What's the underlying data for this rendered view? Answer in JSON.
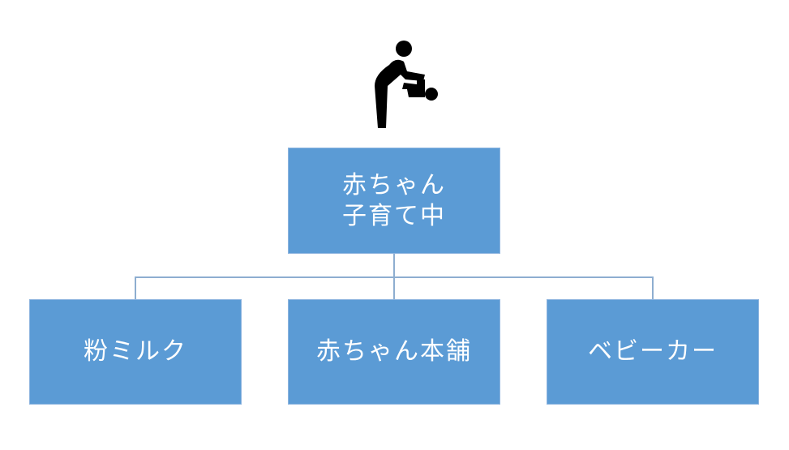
{
  "icon": "baby-changing-icon",
  "root": {
    "lines": [
      "赤ちゃん",
      "子育て中"
    ]
  },
  "children": [
    {
      "label": "粉ミルク"
    },
    {
      "label": "赤ちゃん本舗"
    },
    {
      "label": "ベビーカー"
    }
  ],
  "colors": {
    "node_fill": "#5b9bd5",
    "connector": "#8eaed0",
    "text": "#ffffff"
  }
}
